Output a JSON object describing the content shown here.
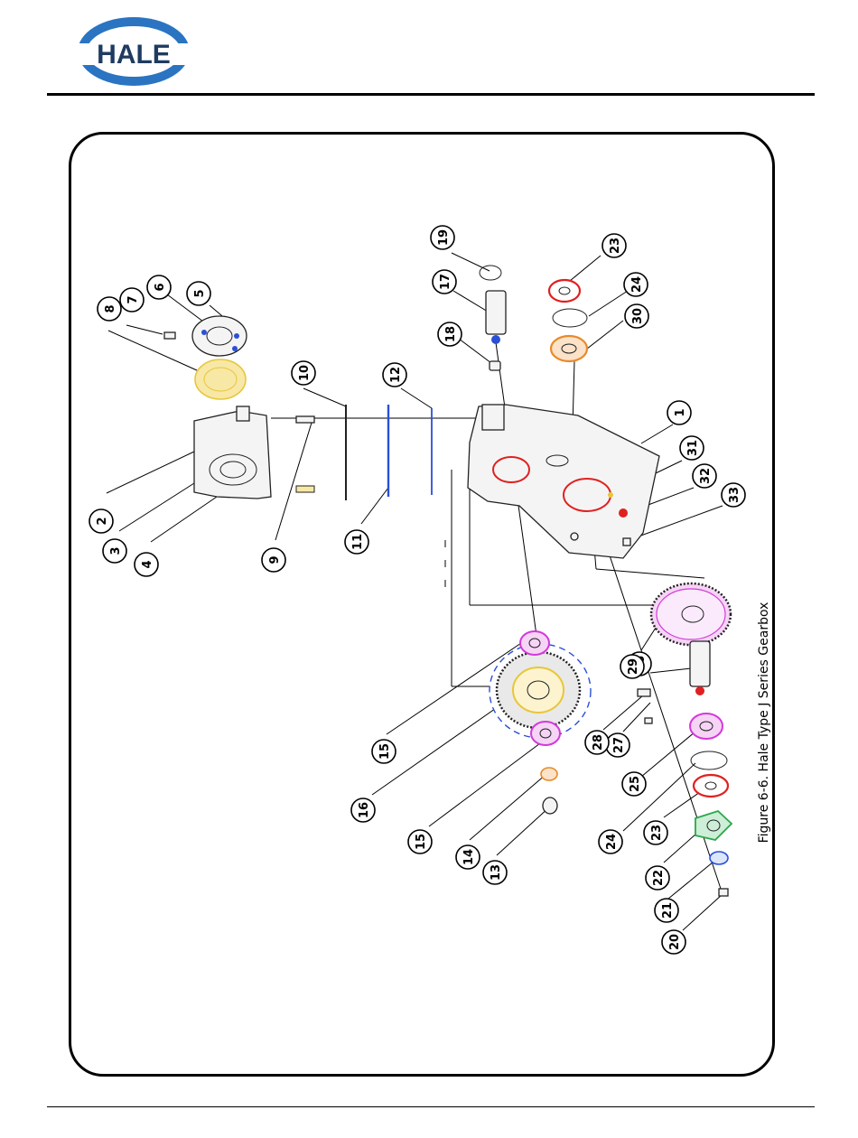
{
  "header": {
    "logo_text": "HALE"
  },
  "figure": {
    "caption": "Figure 6-6.  Hale Type J Series Gearbox"
  },
  "callouts": [
    "1",
    "2",
    "3",
    "4",
    "5",
    "6",
    "7",
    "8",
    "9",
    "10",
    "11",
    "12",
    "13",
    "14",
    "15",
    "15",
    "16",
    "17",
    "18",
    "19",
    "20",
    "21",
    "22",
    "23",
    "23",
    "24",
    "24",
    "25",
    "26",
    "27",
    "28",
    "29",
    "30",
    "31",
    "32",
    "33"
  ],
  "colors": {
    "pink": "#d23ad8",
    "yellow": "#e8c63a",
    "orange": "#e88a2a",
    "red": "#e02020",
    "blue": "#2a4fd8",
    "green": "#2aa84a",
    "brand_blue": "#2a74c2",
    "ink": "#000000"
  }
}
